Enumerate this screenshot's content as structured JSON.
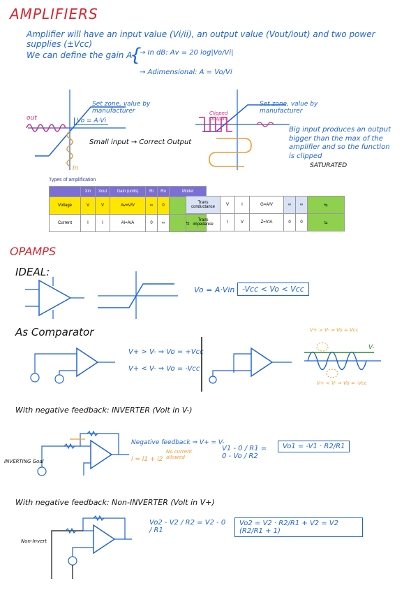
{
  "amplifiers": {
    "title": "AMPLIFIERS",
    "line1": "Amplifier will have an input value (Vi/ii), an output value (Vout/iout) and two power supplies (±Vcc)",
    "line2": "We can define the gain A",
    "gain_db": "→ In dB: Av = 20 log|Vo/Vi|",
    "gain_adim": "→ Adimensional: A = Vo/Vi",
    "fig1_note_top": "Set zone, value by manufacturer",
    "fig1_eq": "Vo = A·Vi",
    "fig1_out": "out",
    "fig1_in": "In",
    "fig1_caption": "Small input → Correct Output",
    "fig2_note_top": "Set zone, value by manufacturer",
    "fig2_clipped": "Clipped Output",
    "fig2_caption": "Big input produces an output bigger than the max of the amplifier and so the function is clipped",
    "fig2_saturated": "SATURATED",
    "table_title": "Types of amplification",
    "table_header": [
      "",
      "Xin",
      "Xout",
      "Gain (units)",
      "Ri",
      "Ro",
      "Model"
    ],
    "table_rows": [
      {
        "name": "Voltage",
        "in": "V",
        "out": "V",
        "gain": "Av=V/V",
        "ri": "∞",
        "ro": "0"
      },
      {
        "name": "Current",
        "in": "I",
        "out": "I",
        "gain": "Ai=A/A",
        "ri": "0",
        "ro": "∞"
      }
    ],
    "table_rows_right": [
      {
        "name": "Trans conductance",
        "in": "V",
        "out": "I",
        "gain": "G=A/V",
        "ri": "∞",
        "ro": "∞"
      },
      {
        "name": "Trans impedance",
        "in": "I",
        "out": "V",
        "gain": "Z=V/A",
        "ri": "0",
        "ro": "0"
      }
    ]
  },
  "opamps": {
    "title": "OPAMPS",
    "ideal_title": "IDEAL:",
    "ideal_eq": "Vo = A·Vin",
    "ideal_range": "-Vcc < Vo < Vcc",
    "comp_title": "As Comparator",
    "comp_eq1": "V+ > V- ⇒ Vo = +Vcc",
    "comp_eq2": "V+ < V- ⇒ Vo = -Vcc",
    "comp_note_top": "V+ > V- ⇒ Vo = Vcc",
    "comp_note_bot": "V+ < V- ⇒ Vo = -Vcc",
    "comp_vminus": "V-",
    "inv_title": "With negative feedback: INVERTER (Volt in V-)",
    "inv_note1": "Negative feedback ⇒ V+ = V-",
    "inv_note2": "i = i1 + i2",
    "inv_note3": "No current allowed",
    "inv_eq_left": "V1 - 0 / R1 = 0 - Vo / R2",
    "inv_result": "Vo1 = -V1 · R2/R1",
    "inv_label": "INVERTING Goal",
    "noninv_title": "With negative feedback: Non-INVERTER (Volt in V+)",
    "noninv_eq_left": "Vo2 - V2 / R2 = V2 - 0 / R1",
    "noninv_result": "Vo2 = V2 · R2/R1 + V2 = V2 (R2/R1 + 1)",
    "noninv_label": "Non-Invert"
  }
}
